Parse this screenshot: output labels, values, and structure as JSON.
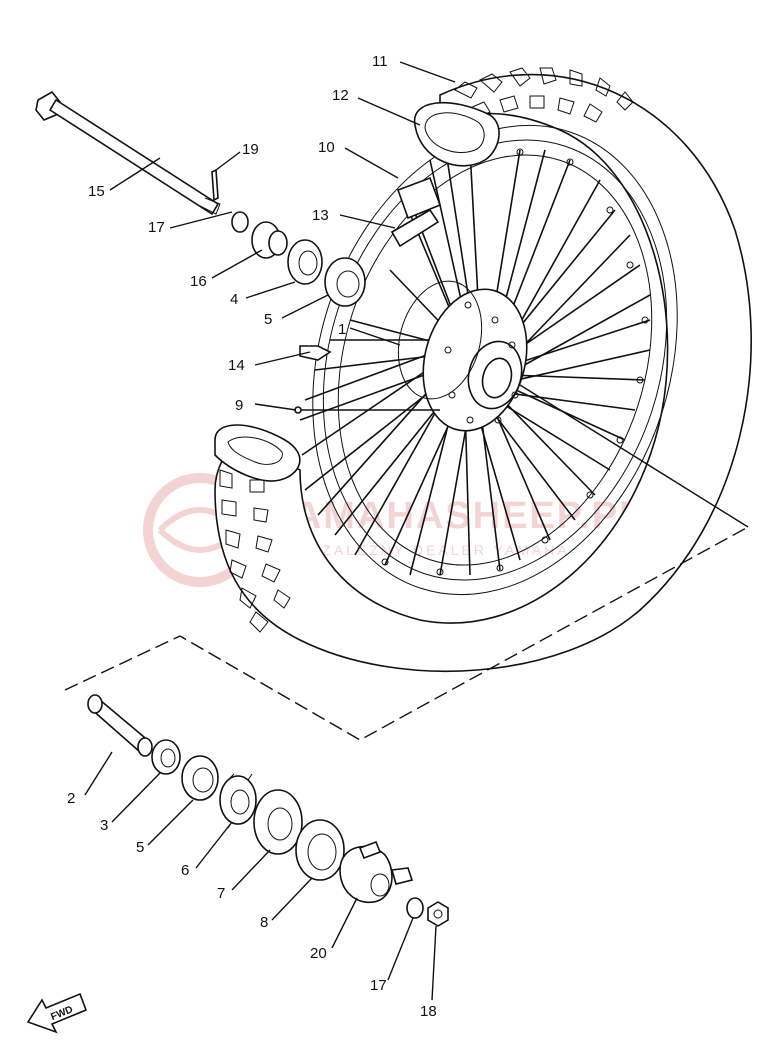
{
  "callouts": {
    "c1": "1",
    "c2": "2",
    "c3": "3",
    "c4": "4",
    "c5a": "5",
    "c5b": "5",
    "c6": "6",
    "c7": "7",
    "c8": "8",
    "c9": "9",
    "c10": "10",
    "c11": "11",
    "c12": "12",
    "c13": "13",
    "c14": "14",
    "c15": "15",
    "c16": "16",
    "c17a": "17",
    "c17b": "17",
    "c18": "18",
    "c19": "19",
    "c20": "20"
  },
  "fwd_label": "FWD",
  "watermark": {
    "main": "YAMAHASHEEP.PL",
    "sub": "NIEZALEŻNY DEALER YAMAHA"
  },
  "colors": {
    "ink": "#111111",
    "watermark": "#e8a0a0"
  }
}
